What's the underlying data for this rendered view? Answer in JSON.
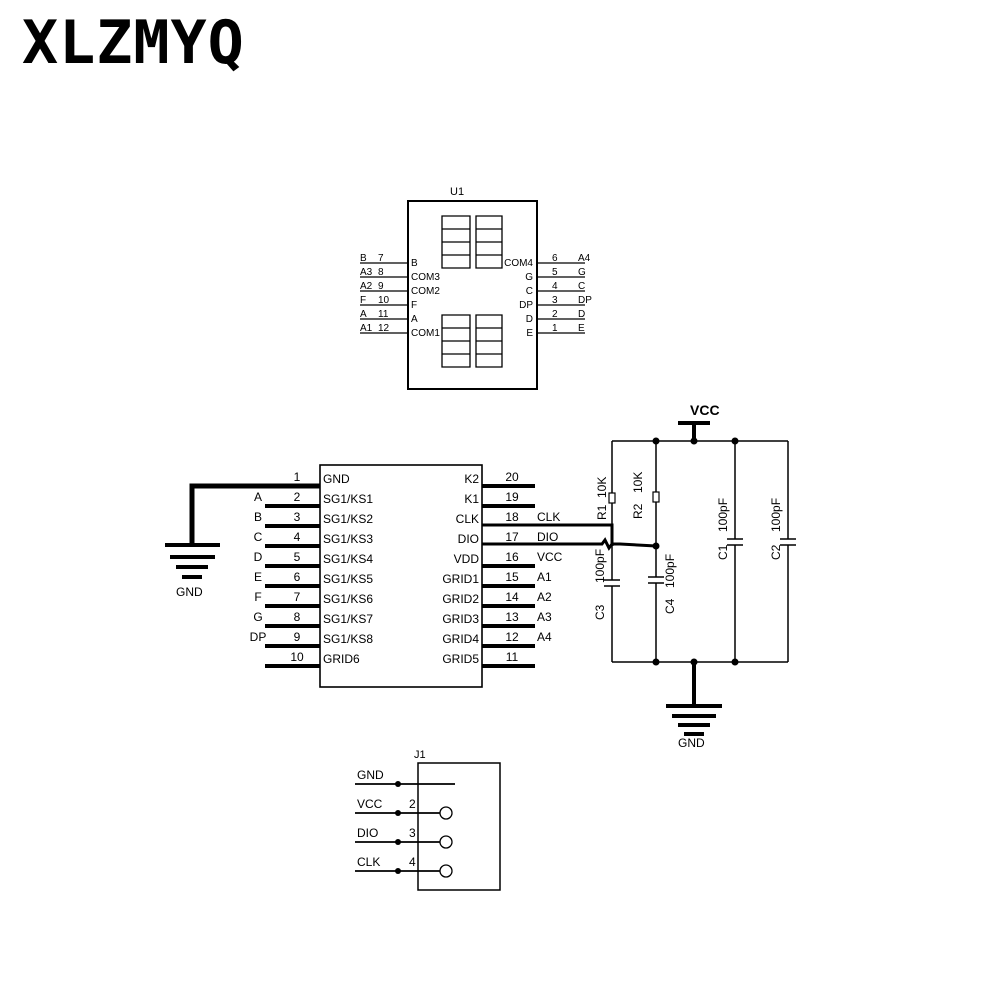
{
  "brand": "XLZMYQ",
  "u1": {
    "ref": "U1",
    "left_pins": [
      {
        "net": "B",
        "num": "7",
        "name": "B"
      },
      {
        "net": "A3",
        "num": "8",
        "name": "COM3"
      },
      {
        "net": "A2",
        "num": "9",
        "name": "COM2"
      },
      {
        "net": "F",
        "num": "10",
        "name": "F"
      },
      {
        "net": "A",
        "num": "11",
        "name": "A"
      },
      {
        "net": "A1",
        "num": "12",
        "name": "COM1"
      }
    ],
    "right_pins": [
      {
        "net": "A4",
        "num": "6",
        "name": "COM4"
      },
      {
        "net": "G",
        "num": "5",
        "name": "G"
      },
      {
        "net": "C",
        "num": "4",
        "name": "C"
      },
      {
        "net": "DP",
        "num": "3",
        "name": "DP"
      },
      {
        "net": "D",
        "num": "2",
        "name": "D"
      },
      {
        "net": "E",
        "num": "1",
        "name": "E"
      }
    ]
  },
  "ic": {
    "left_pins": [
      {
        "net": "",
        "num": "1",
        "name": "GND"
      },
      {
        "net": "A",
        "num": "2",
        "name": "SG1/KS1"
      },
      {
        "net": "B",
        "num": "3",
        "name": "SG1/KS2"
      },
      {
        "net": "C",
        "num": "4",
        "name": "SG1/KS3"
      },
      {
        "net": "D",
        "num": "5",
        "name": "SG1/KS4"
      },
      {
        "net": "E",
        "num": "6",
        "name": "SG1/KS5"
      },
      {
        "net": "F",
        "num": "7",
        "name": "SG1/KS6"
      },
      {
        "net": "G",
        "num": "8",
        "name": "SG1/KS7"
      },
      {
        "net": "DP",
        "num": "9",
        "name": "SG1/KS8"
      },
      {
        "net": "",
        "num": "10",
        "name": "GRID6"
      }
    ],
    "right_pins": [
      {
        "net": "",
        "num": "20",
        "name": "K2"
      },
      {
        "net": "",
        "num": "19",
        "name": "K1"
      },
      {
        "net": "CLK",
        "num": "18",
        "name": "CLK"
      },
      {
        "net": "DIO",
        "num": "17",
        "name": "DIO"
      },
      {
        "net": "VCC",
        "num": "16",
        "name": "VDD"
      },
      {
        "net": "A1",
        "num": "15",
        "name": "GRID1"
      },
      {
        "net": "A2",
        "num": "14",
        "name": "GRID2"
      },
      {
        "net": "A3",
        "num": "13",
        "name": "GRID3"
      },
      {
        "net": "A4",
        "num": "12",
        "name": "GRID4"
      },
      {
        "net": "",
        "num": "11",
        "name": "GRID5"
      }
    ],
    "gnd_label": "GND"
  },
  "power": {
    "vcc_label": "VCC",
    "gnd_label": "GND",
    "r1": {
      "ref": "R1",
      "value": "10K"
    },
    "r2": {
      "ref": "R2",
      "value": "10K"
    },
    "c1": {
      "ref": "C1",
      "value": "100pF"
    },
    "c2": {
      "ref": "C2",
      "value": "100pF"
    },
    "c3": {
      "ref": "C3",
      "value": "100pF"
    },
    "c4": {
      "ref": "C4",
      "value": "100pF"
    }
  },
  "j1": {
    "ref": "J1",
    "pins": [
      {
        "net": "GND",
        "num": ""
      },
      {
        "net": "VCC",
        "num": "2"
      },
      {
        "net": "DIO",
        "num": "3"
      },
      {
        "net": "CLK",
        "num": "4"
      }
    ]
  }
}
